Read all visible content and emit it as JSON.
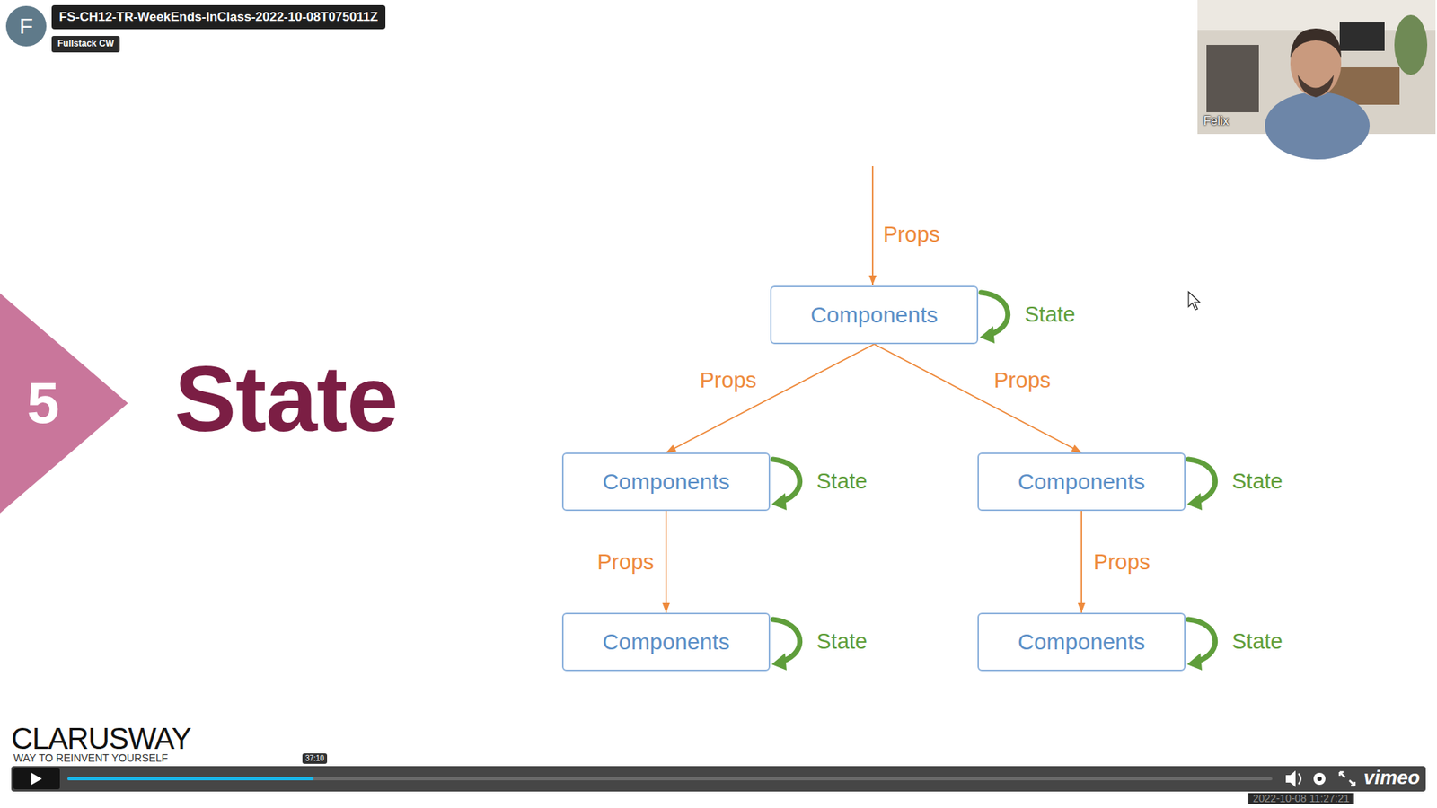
{
  "diagram": {
    "title": "State",
    "nodes": [
      {
        "text": [
          "Components"
        ]
      },
      {
        "text": [
          "Components"
        ]
      },
      {
        "text": [
          "Components"
        ]
      },
      {
        "text": [
          "Components"
        ]
      },
      {
        "text": [
          "Components"
        ]
      }
    ],
    "edges": [
      {
        "from": 0,
        "to": 1,
        "arrow": "to",
        "label": "Props"
      },
      {
        "from": 0,
        "to": 2,
        "arrow": "to",
        "label": "Props"
      },
      {
        "from": 1,
        "to": 3,
        "arrow": "to",
        "label": "Props"
      },
      {
        "from": 2,
        "to": 4,
        "arrow": "to",
        "label": "Props"
      }
    ],
    "labels": [
      "F",
      "FS-CH12-TR-WeekEnds-InClass-2022-10-08T075011Z",
      "Fullstack CW",
      "Felix",
      "5",
      "Props",
      "State",
      "State",
      "State",
      "State",
      "State",
      "CLARUSWAY",
      "WAY TO REINVENT YOURSELF",
      "37:10",
      "vimeo",
      "2022-10-08 11:27:21"
    ]
  }
}
